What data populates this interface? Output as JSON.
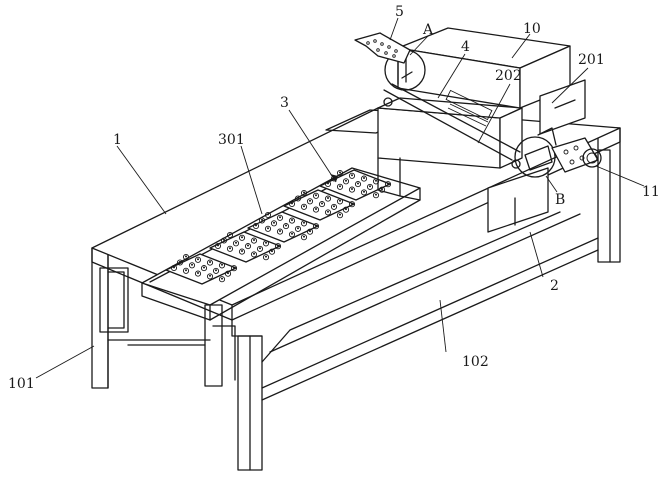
{
  "labels": {
    "l1": "1",
    "l101": "101",
    "l102": "102",
    "l2": "2",
    "l201": "201",
    "l202": "202",
    "l3": "3",
    "l301": "301",
    "l4": "4",
    "l5": "5",
    "l10": "10",
    "l11": "11",
    "lA": "A",
    "lB": "B"
  }
}
